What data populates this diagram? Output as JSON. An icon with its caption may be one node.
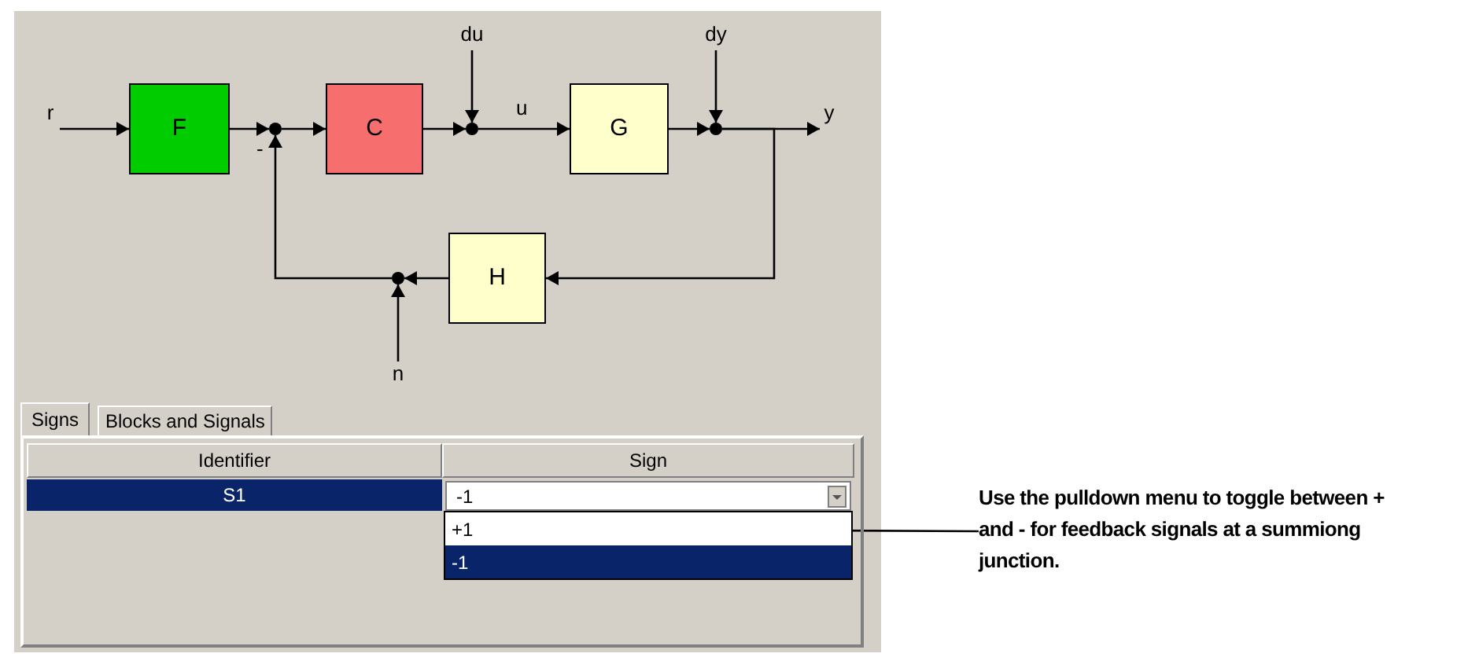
{
  "diagram": {
    "nodes": [
      {
        "text": [
          "F"
        ]
      },
      {
        "text": [
          "C"
        ]
      },
      {
        "text": [
          "G"
        ]
      },
      {
        "text": [
          "H"
        ]
      },
      {
        "text": [],
        "shape": "circle"
      },
      {
        "text": [],
        "shape": "circle"
      },
      {
        "text": [],
        "shape": "circle"
      },
      {
        "text": [],
        "shape": "circle"
      },
      {
        "text": [
          "r"
        ]
      },
      {
        "text": [
          "du"
        ]
      },
      {
        "text": [
          "dy"
        ]
      },
      {
        "text": [
          "n"
        ]
      },
      {
        "text": [
          "y"
        ]
      },
      {
        "text": [
          "Use the pulldown menu to toggle between + and - for feedback signals at a summiong junction."
        ]
      }
    ],
    "edges": [
      {
        "from": 8,
        "to": 0,
        "arrow": "to"
      },
      {
        "from": 0,
        "to": 4,
        "arrow": "to"
      },
      {
        "from": 4,
        "to": 1,
        "arrow": "to"
      },
      {
        "from": 1,
        "to": 5,
        "arrow": "to"
      },
      {
        "from": 9,
        "to": 5,
        "arrow": "to"
      },
      {
        "from": 5,
        "to": 2,
        "arrow": "to",
        "label": "u"
      },
      {
        "from": 2,
        "to": 6,
        "arrow": "to"
      },
      {
        "from": 10,
        "to": 6,
        "arrow": "to"
      },
      {
        "from": 6,
        "to": 12,
        "arrow": "to"
      },
      {
        "from": 6,
        "to": 3,
        "arrow": "to"
      },
      {
        "from": 3,
        "to": 7,
        "arrow": "to"
      },
      {
        "from": 11,
        "to": 7,
        "arrow": "to"
      },
      {
        "from": 7,
        "to": 4,
        "arrow": "to"
      },
      {
        "from": 13,
        "to": null,
        "arrow": "to"
      }
    ],
    "labels": [
      "-",
      "Signs",
      "Blocks and Signals",
      "Identifier",
      "Sign",
      "S1",
      "-1",
      "+1",
      "-1"
    ]
  }
}
